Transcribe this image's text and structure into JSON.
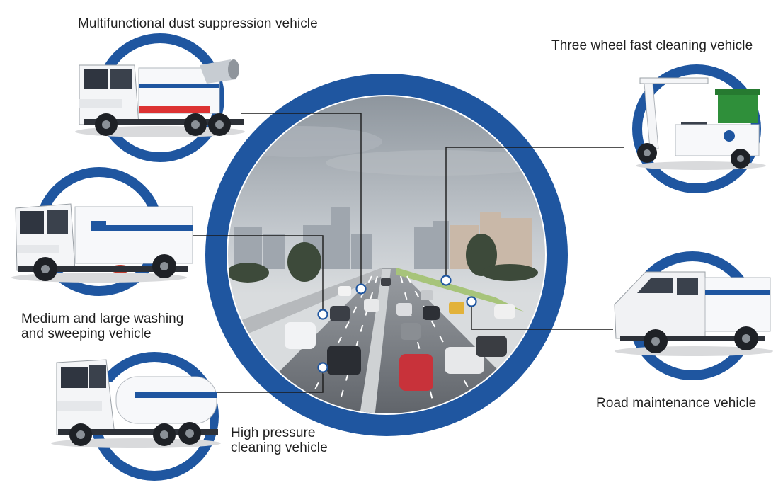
{
  "colors": {
    "ring": "#1f56a0",
    "ring_dark": "#144a8f",
    "connector": "#1a1a1a",
    "dot_fill": "#ffffff",
    "dot_stroke": "#1f56a0",
    "truck_body": "#f4f5f7",
    "truck_stripe": "#1f56a0"
  },
  "center": {
    "image": "city-highway-traffic-photo"
  },
  "vehicles": [
    {
      "id": "dust",
      "label_lines": [
        "Multifunctional dust suppression vehicle"
      ],
      "icon": "dust-suppression-truck"
    },
    {
      "id": "washing",
      "label_lines": [
        "Medium and large washing",
        "and sweeping vehicle"
      ],
      "icon": "sweeper-truck"
    },
    {
      "id": "highpressure",
      "label_lines": [
        "High pressure",
        "cleaning vehicle"
      ],
      "icon": "tanker-truck"
    },
    {
      "id": "threewheel",
      "label_lines": [
        "Three wheel fast cleaning vehicle"
      ],
      "icon": "tricycle-cleaner"
    },
    {
      "id": "roadmaint",
      "label_lines": [
        "Road maintenance vehicle"
      ],
      "icon": "small-maintenance-truck"
    }
  ]
}
